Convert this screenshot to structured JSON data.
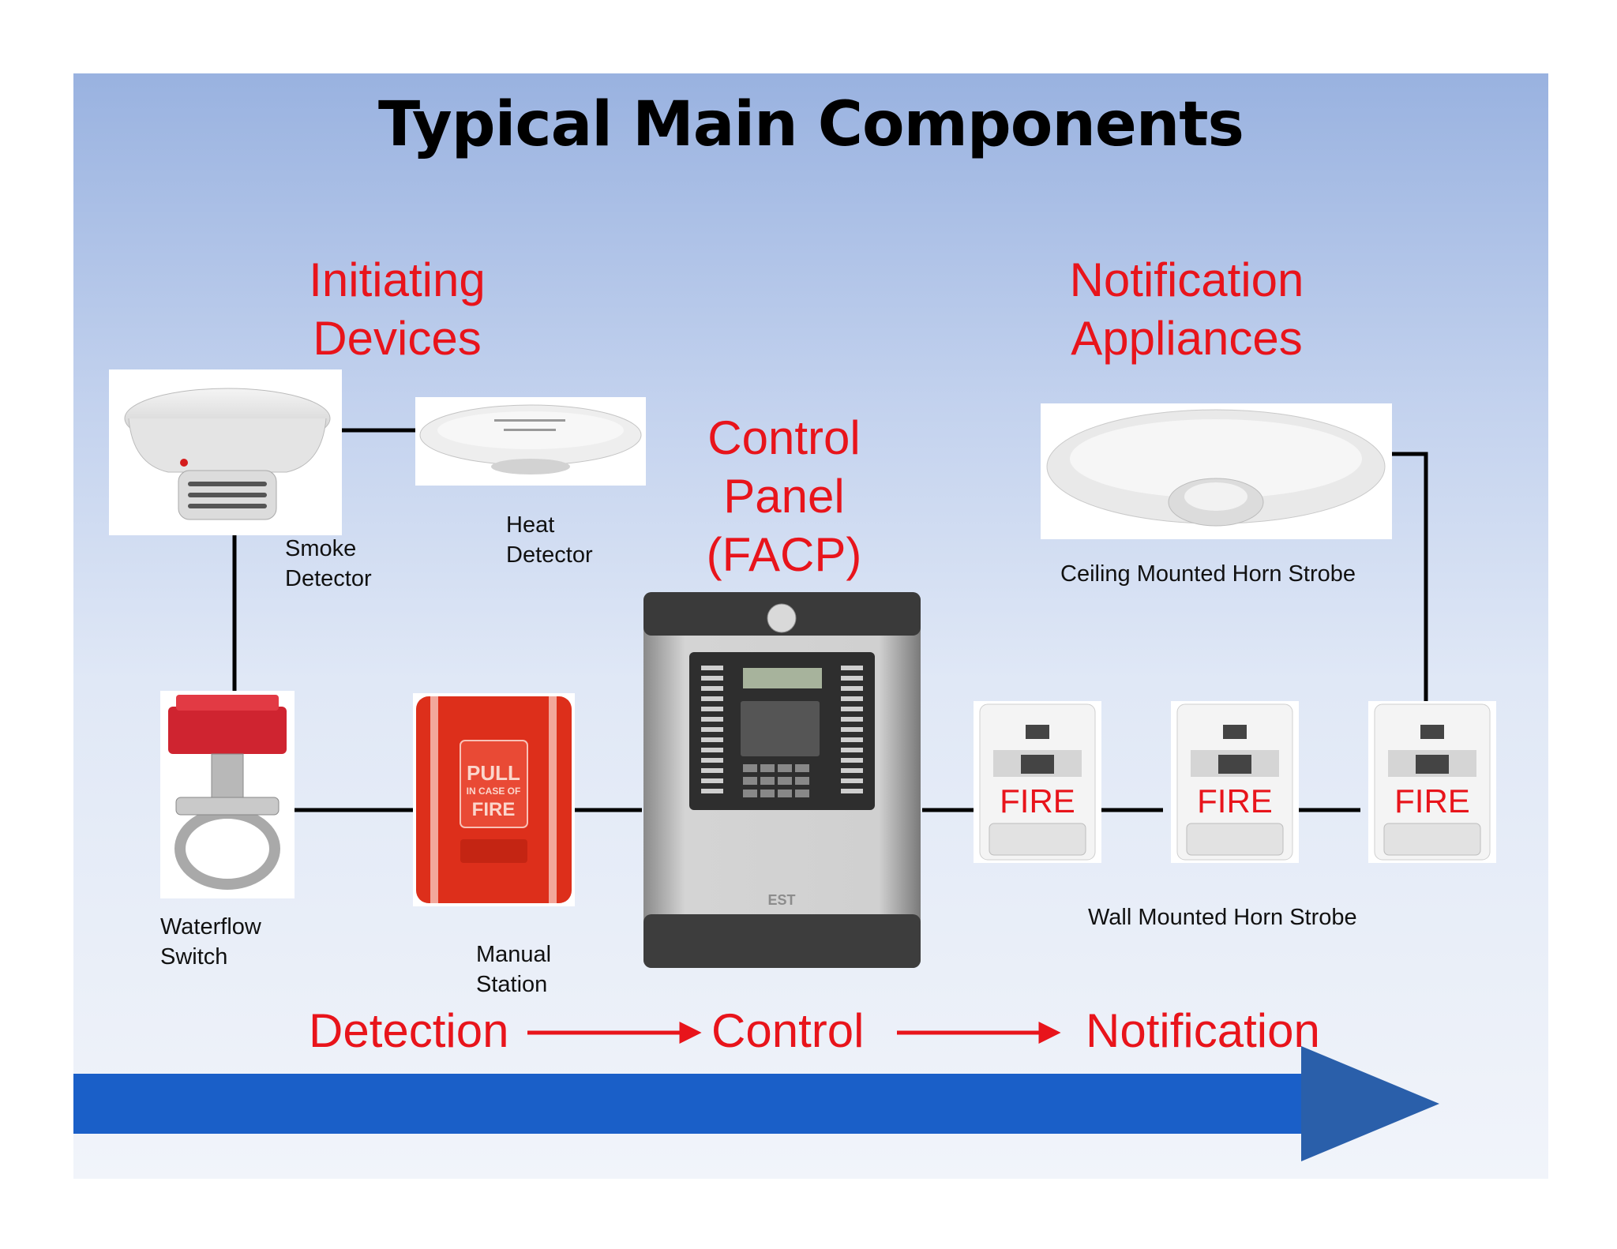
{
  "title": "Typical Main Components",
  "headings": {
    "initiating": "Initiating\nDevices",
    "control_panel": "Control\nPanel\n(FACP)",
    "notification": "Notification\nAppliances"
  },
  "devices": {
    "smoke_detector": "Smoke\nDetector",
    "heat_detector": "Heat\nDetector",
    "waterflow_switch": "Waterflow\nSwitch",
    "manual_station": "Manual\n   Station",
    "ceiling_horn_strobe": "Ceiling Mounted Horn Strobe",
    "wall_horn_strobe": "Wall Mounted Horn Strobe"
  },
  "device_markings": {
    "pull_station": "PULL",
    "pull_station_sub": "IN CASE OF",
    "pull_station_fire": "FIRE",
    "strobe_label": "FIRE",
    "panel_brand": "EST"
  },
  "flow": [
    "Detection",
    "Control",
    "Notification"
  ],
  "colors": {
    "accent_red": "#e8141b",
    "arrow_blue": "#1a5fc8",
    "wire": "#000000"
  }
}
